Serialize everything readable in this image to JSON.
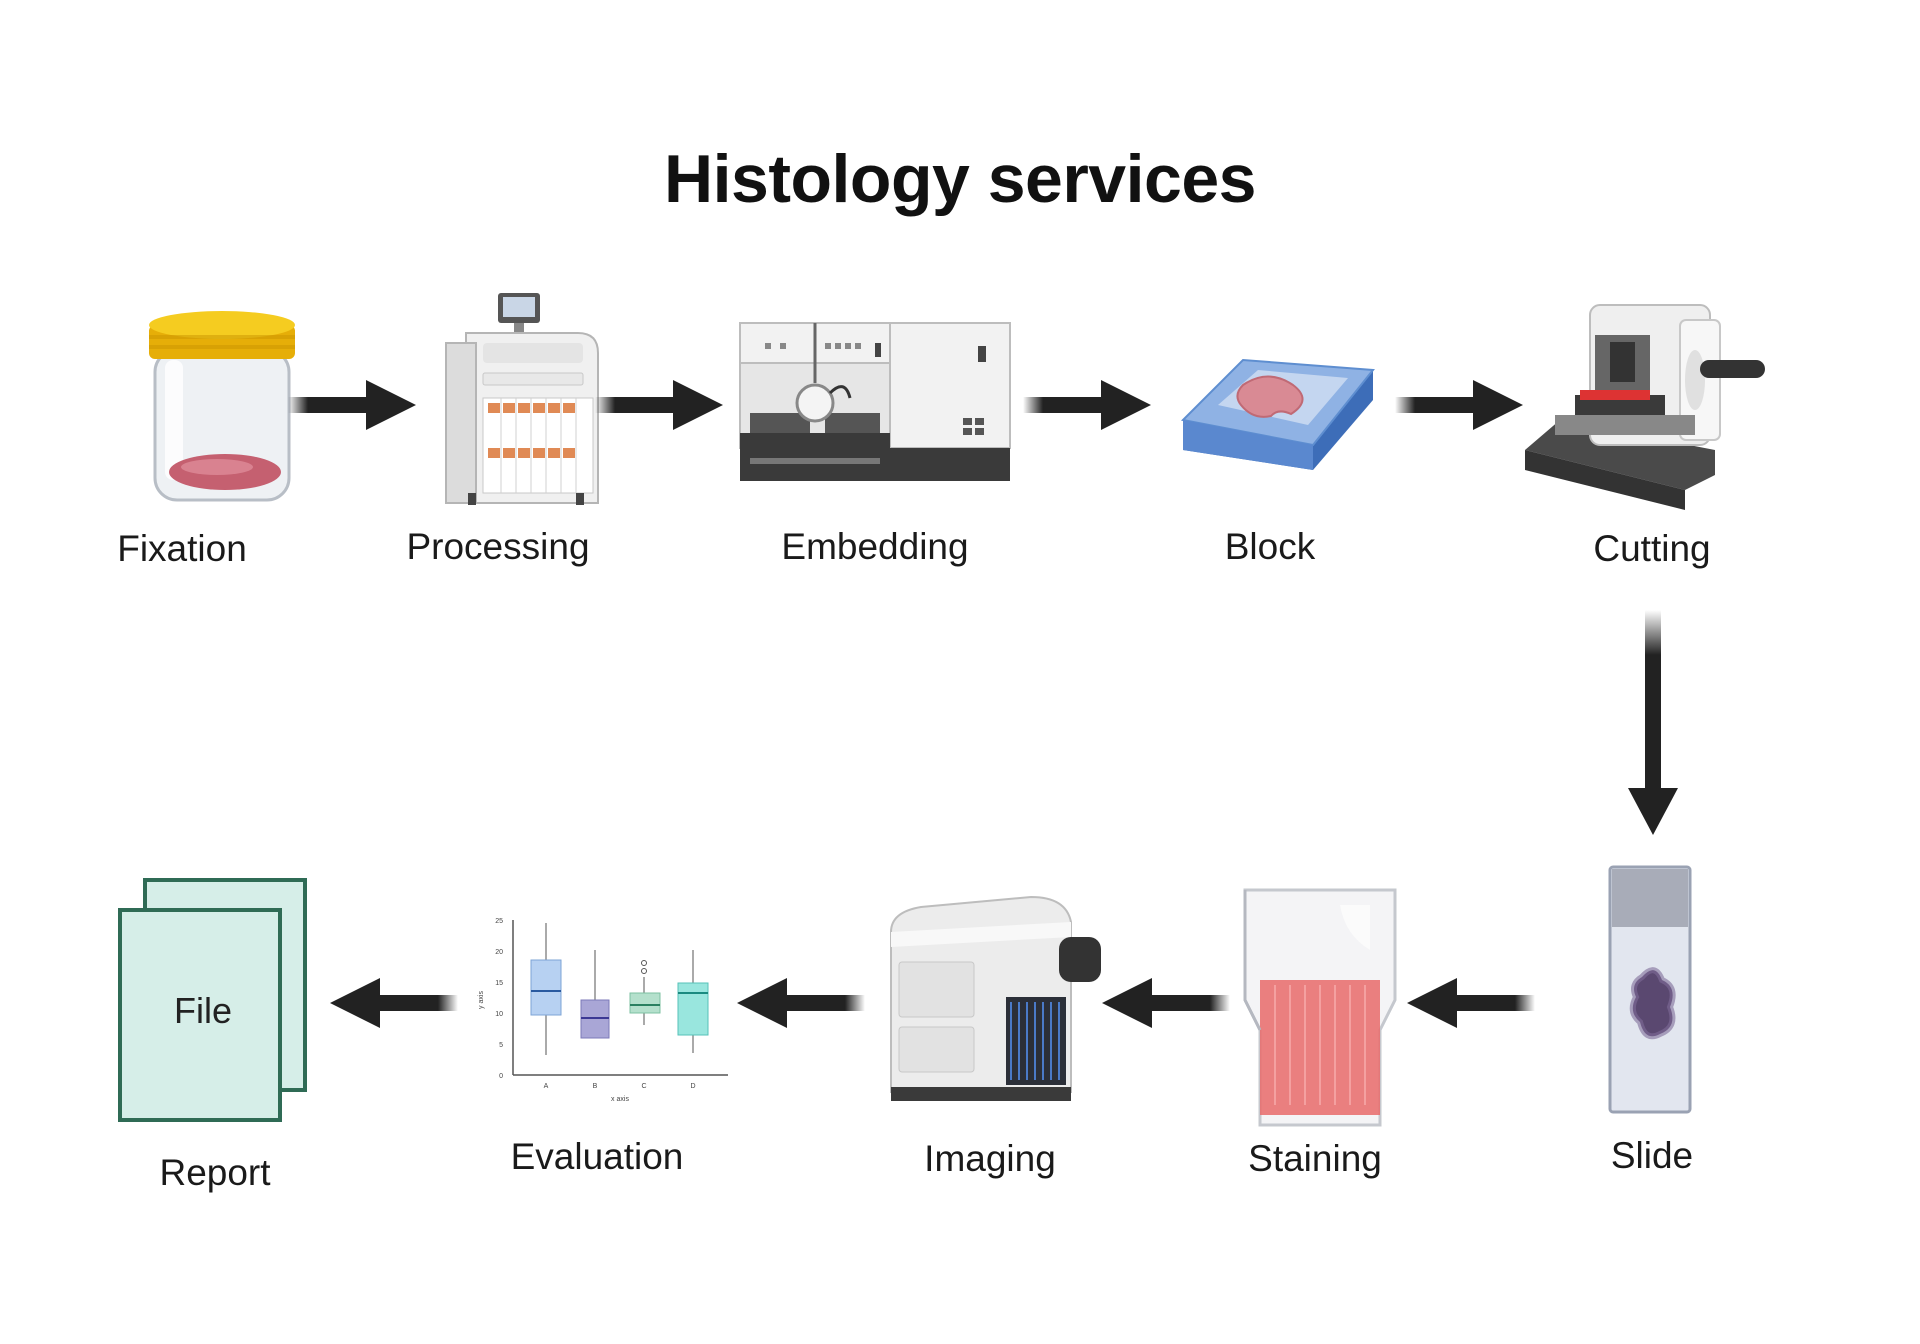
{
  "title": "Histology services",
  "steps": [
    {
      "label": "Fixation"
    },
    {
      "label": "Processing"
    },
    {
      "label": "Embedding"
    },
    {
      "label": "Block"
    },
    {
      "label": "Cutting"
    },
    {
      "label": "Slide"
    },
    {
      "label": "Staining"
    },
    {
      "label": "Imaging"
    },
    {
      "label": "Evaluation"
    },
    {
      "label": "Report"
    }
  ],
  "report_doc_label": "File",
  "evaluation_chart": {
    "y_ticks": [
      "0",
      "5",
      "10",
      "15",
      "20",
      "25"
    ],
    "x_ticks": [
      "A",
      "B",
      "C",
      "D"
    ],
    "y_axis": "y axis",
    "x_axis": "x axis"
  },
  "colors": {
    "arrow": "#222222",
    "jar_lid": "#f2c00f",
    "tissue": "#c56070",
    "block_base": "#4a78c0",
    "stain": "#e86a6a",
    "report_fill": "#d6eee8",
    "report_border": "#2f6b55"
  }
}
